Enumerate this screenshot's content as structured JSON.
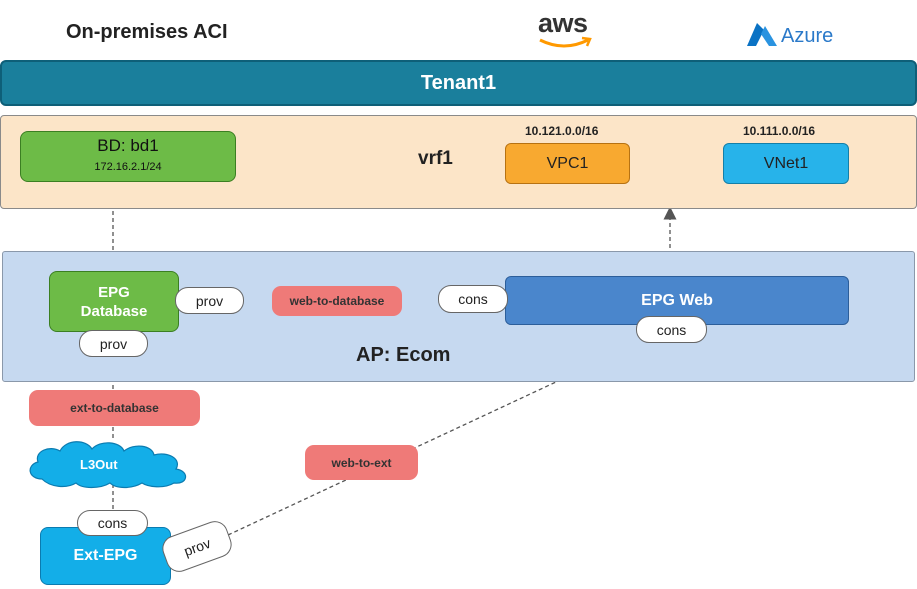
{
  "header": {
    "onprem_title": "On-premises ACI",
    "aws_logo": "aws",
    "azure_logo": "Azure"
  },
  "tenant": {
    "label": "Tenant1"
  },
  "vrf": {
    "label": "vrf1",
    "bd": {
      "label": "BD: bd1",
      "subnet": "172.16.2.1/24"
    },
    "vpc": {
      "cidr": "10.121.0.0/16",
      "label": "VPC1"
    },
    "vnet": {
      "cidr": "10.111.0.0/16",
      "label": "VNet1"
    }
  },
  "ap": {
    "label": "AP: Ecom",
    "epg_database": {
      "line1": "EPG",
      "line2": "Database"
    },
    "epg_web": {
      "label": "EPG Web"
    },
    "db_prov_right": "prov",
    "db_prov_bottom": "prov",
    "web_cons_left": "cons",
    "web_cons_bottom": "cons",
    "contract_web_to_database": "web-to-database"
  },
  "external": {
    "contract_ext_to_database": "ext-to-database",
    "contract_web_to_ext": "web-to-ext",
    "l3out": "L3Out",
    "ext_epg": "Ext-EPG",
    "ext_cons": "cons",
    "ext_prov": "prov"
  },
  "colors": {
    "tenant": "#1a7f9c",
    "vrf_bg": "#fce5c8",
    "bd": "#6dbb47",
    "vpc": "#f8a930",
    "vnet": "#27b3ea",
    "ap_bg": "#c6d9f0",
    "epg_web": "#4a86cc",
    "contract": "#ef7a78",
    "ext_epg": "#13aee8",
    "aws_smile": "#f90",
    "azure": "#2a79c9"
  }
}
